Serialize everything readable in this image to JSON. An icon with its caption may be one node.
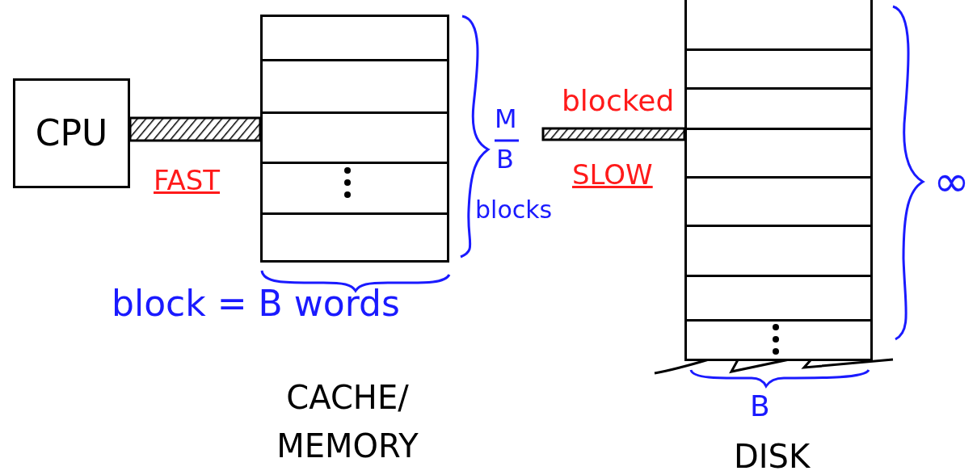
{
  "diagram": {
    "nodes": [
      {
        "text": [
          "CPU"
        ]
      },
      {
        "text": [],
        "shape": "box",
        "beside": [
          "CACHE/ MEMORY"
        ]
      },
      {
        "text": [],
        "shape": "box",
        "beside": [
          "DISK"
        ]
      }
    ],
    "edges": [
      {
        "from": 0,
        "to": 1,
        "arrow": "none",
        "style": "thick",
        "label": "FAST"
      },
      {
        "from": null,
        "to": 2,
        "arrow": "none",
        "style": "thick",
        "label": "SLOW"
      }
    ],
    "labels": [
      "blocked",
      "M",
      "B",
      "blocks",
      "block = B words",
      "∞",
      "B"
    ]
  }
}
